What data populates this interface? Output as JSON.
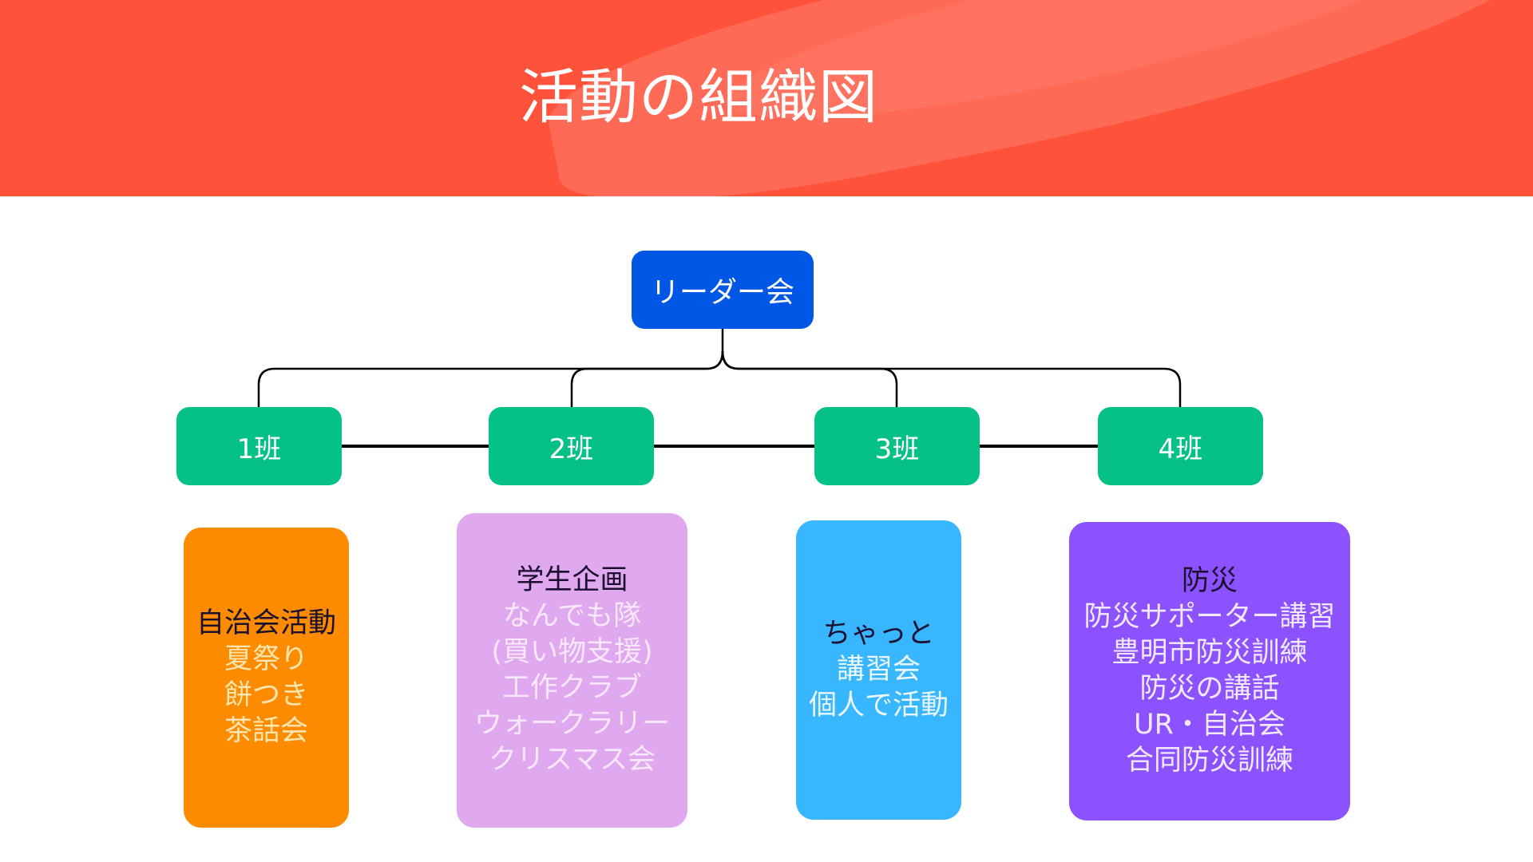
{
  "title": "活動の組織図",
  "leader": {
    "label": "リーダー会",
    "color": "#0057e6"
  },
  "teams": [
    {
      "label": "1班"
    },
    {
      "label": "2班"
    },
    {
      "label": "3班"
    },
    {
      "label": "4班"
    }
  ],
  "team_color": "#06c185",
  "cards": [
    {
      "heading": "自治会活動",
      "items": [
        "夏祭り",
        "餅つき",
        "茶話会"
      ],
      "color": "#fd8b00"
    },
    {
      "heading": "学生企画",
      "items": [
        "なんでも隊",
        "(買い物支援)",
        "工作クラブ",
        "ウォークラリー",
        "クリスマス会"
      ],
      "color": "#e0a8ee"
    },
    {
      "heading": "ちゃっと",
      "items": [
        "講習会",
        "個人で活動"
      ],
      "color": "#38b6ff"
    },
    {
      "heading": "防災",
      "items": [
        "防災サポーター講習",
        "豊明市防災訓練",
        "防災の講話",
        "UR・自治会",
        "合同防災訓練"
      ],
      "color": "#8c52ff"
    }
  ],
  "header_color": "#ff523b"
}
